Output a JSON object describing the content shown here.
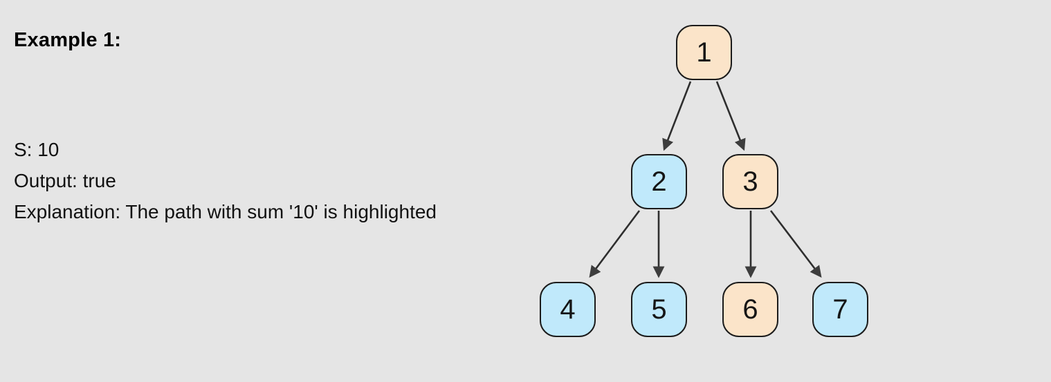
{
  "title": "Example 1:",
  "lines": {
    "s": "S: 10",
    "output": "Output: true",
    "explanation": "Explanation: The path with sum '10' is highlighted"
  },
  "colors": {
    "background": "#e5e5e5",
    "highlight_fill": "#fbe4c9",
    "normal_fill": "#c0e9fb",
    "node_border": "#1b1b1b",
    "arrow": "#2e2e2e",
    "arrowhead": "#3d3d3d",
    "text": "#111111"
  },
  "tree": {
    "nodes": [
      {
        "value": "1",
        "highlighted": true
      },
      {
        "value": "2",
        "highlighted": false
      },
      {
        "value": "3",
        "highlighted": true
      },
      {
        "value": "4",
        "highlighted": false
      },
      {
        "value": "5",
        "highlighted": false
      },
      {
        "value": "6",
        "highlighted": true
      },
      {
        "value": "7",
        "highlighted": false
      }
    ],
    "edges": [
      "1->2",
      "1->3",
      "2->4",
      "2->5",
      "3->6",
      "3->7"
    ],
    "highlighted_path": [
      "1",
      "3",
      "6"
    ],
    "path_sum": "10"
  }
}
